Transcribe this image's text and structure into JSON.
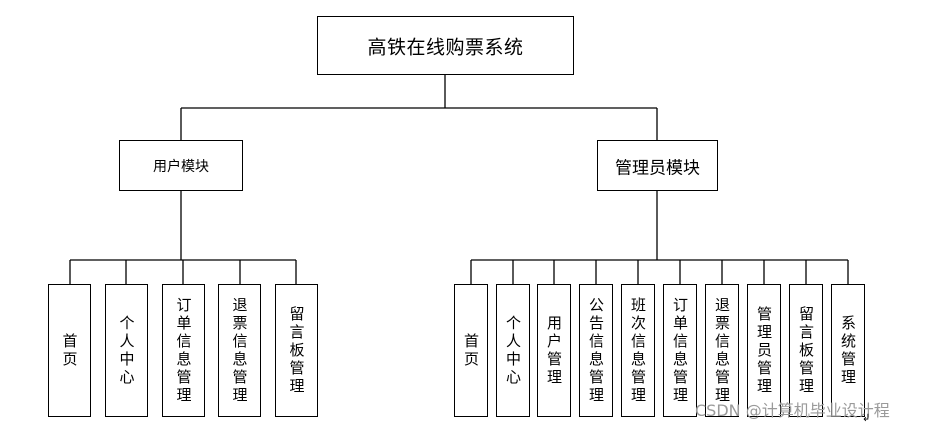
{
  "root": {
    "label": "高铁在线购票系统"
  },
  "modules": [
    {
      "label": "用户模块",
      "children": [
        "首页",
        "个人中心",
        "订单信息管理",
        "退票信息管理",
        "留言板管理"
      ]
    },
    {
      "label": "管理员模块",
      "children": [
        "首页",
        "个人中心",
        "用户管理",
        "公告信息管理",
        "班次信息管理",
        "订单信息管理",
        "退票信息管理",
        "管理员管理",
        "留言板管理",
        "系统管理"
      ]
    }
  ],
  "watermark": "CSDN @计算机毕业设计程",
  "colors": {
    "line": "#000000",
    "box_border": "#000000",
    "watermark": "#9a9a9a"
  }
}
